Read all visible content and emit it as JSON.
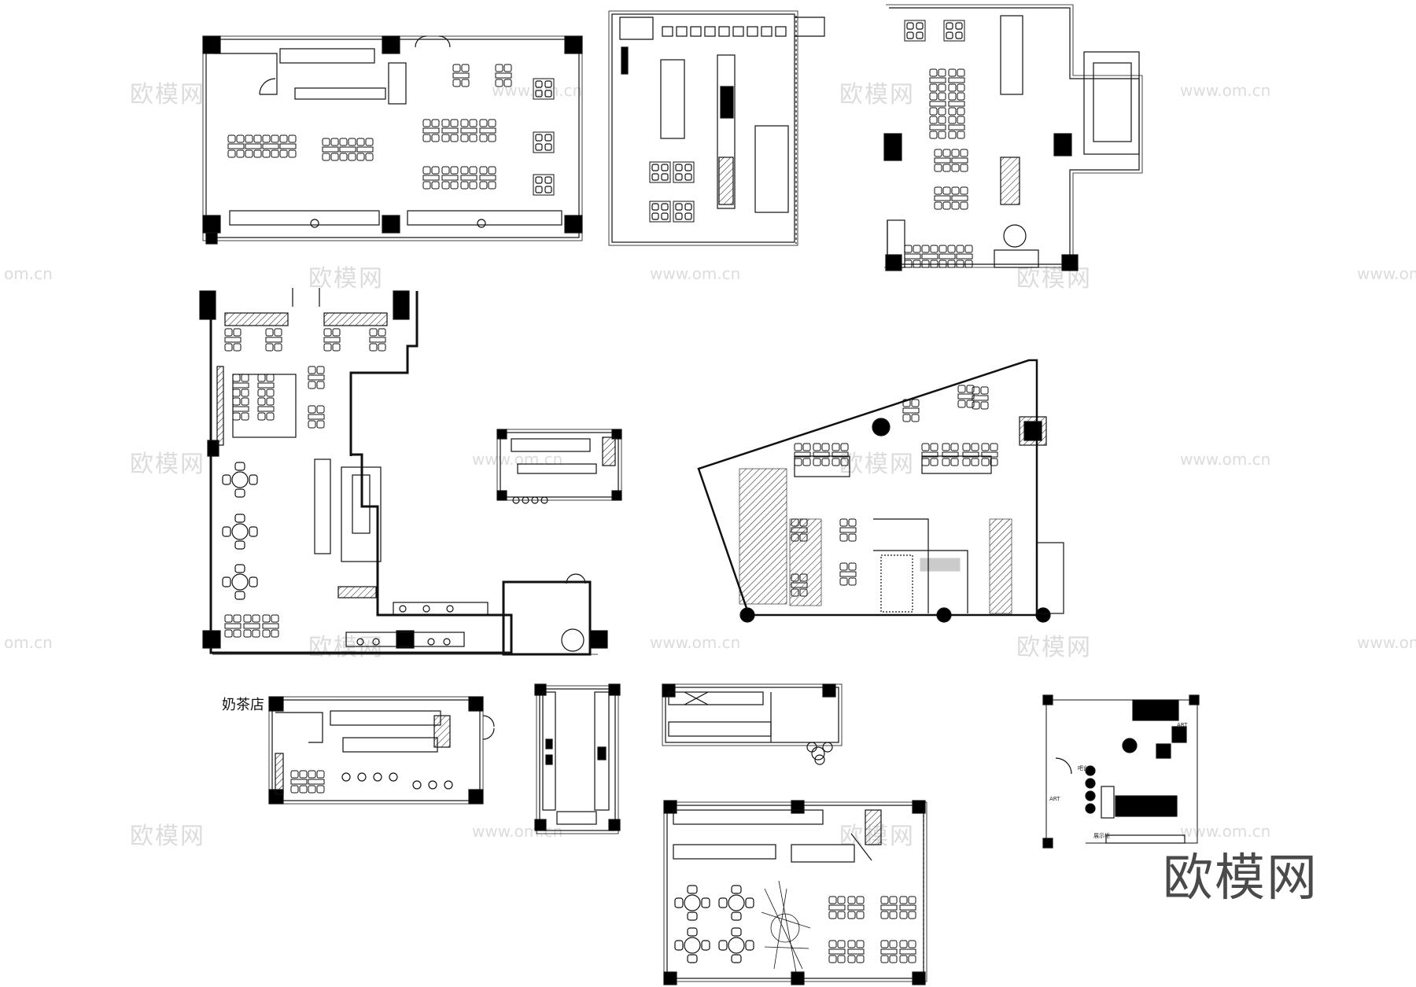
{
  "labels": {
    "milk_tea_shop": "奶茶店",
    "art_1": "ART",
    "art_2": "ART",
    "bar": "吧台",
    "display": "展示柜"
  },
  "brand": {
    "logo_text": "欧模网",
    "watermark_text": "欧模网",
    "watermark_url": "www.om.cn",
    "watermark_url_short": "om.cn"
  },
  "colors": {
    "line": "#111111",
    "fill": "#000000",
    "watermark": "#dcdcdc",
    "brand": "#4a4a4a"
  }
}
